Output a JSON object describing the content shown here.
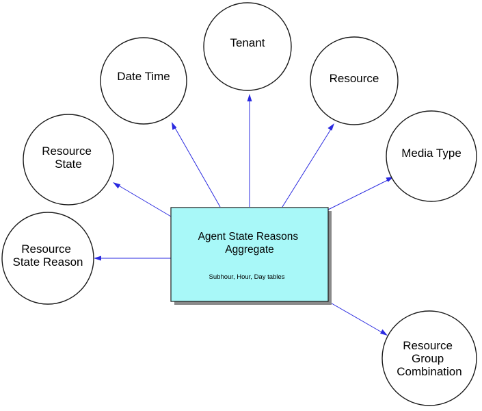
{
  "diagram": {
    "center": {
      "title_line1": "Agent State Reasons",
      "title_line2": "Aggregate",
      "subtitle": "Subhour, Hour, Day tables"
    },
    "nodes": {
      "tenant": {
        "label_lines": [
          "Tenant"
        ]
      },
      "date_time": {
        "label_lines": [
          "Date Time"
        ]
      },
      "resource": {
        "label_lines": [
          "Resource"
        ]
      },
      "resource_state": {
        "label_lines": [
          "Resource",
          "State"
        ]
      },
      "media_type": {
        "label_lines": [
          "Media Type"
        ]
      },
      "resource_state_reason": {
        "label_lines": [
          "Resource",
          "State Reason"
        ]
      },
      "resource_group_combination": {
        "label_lines": [
          "Resource",
          "Group",
          "Combination"
        ]
      }
    }
  }
}
